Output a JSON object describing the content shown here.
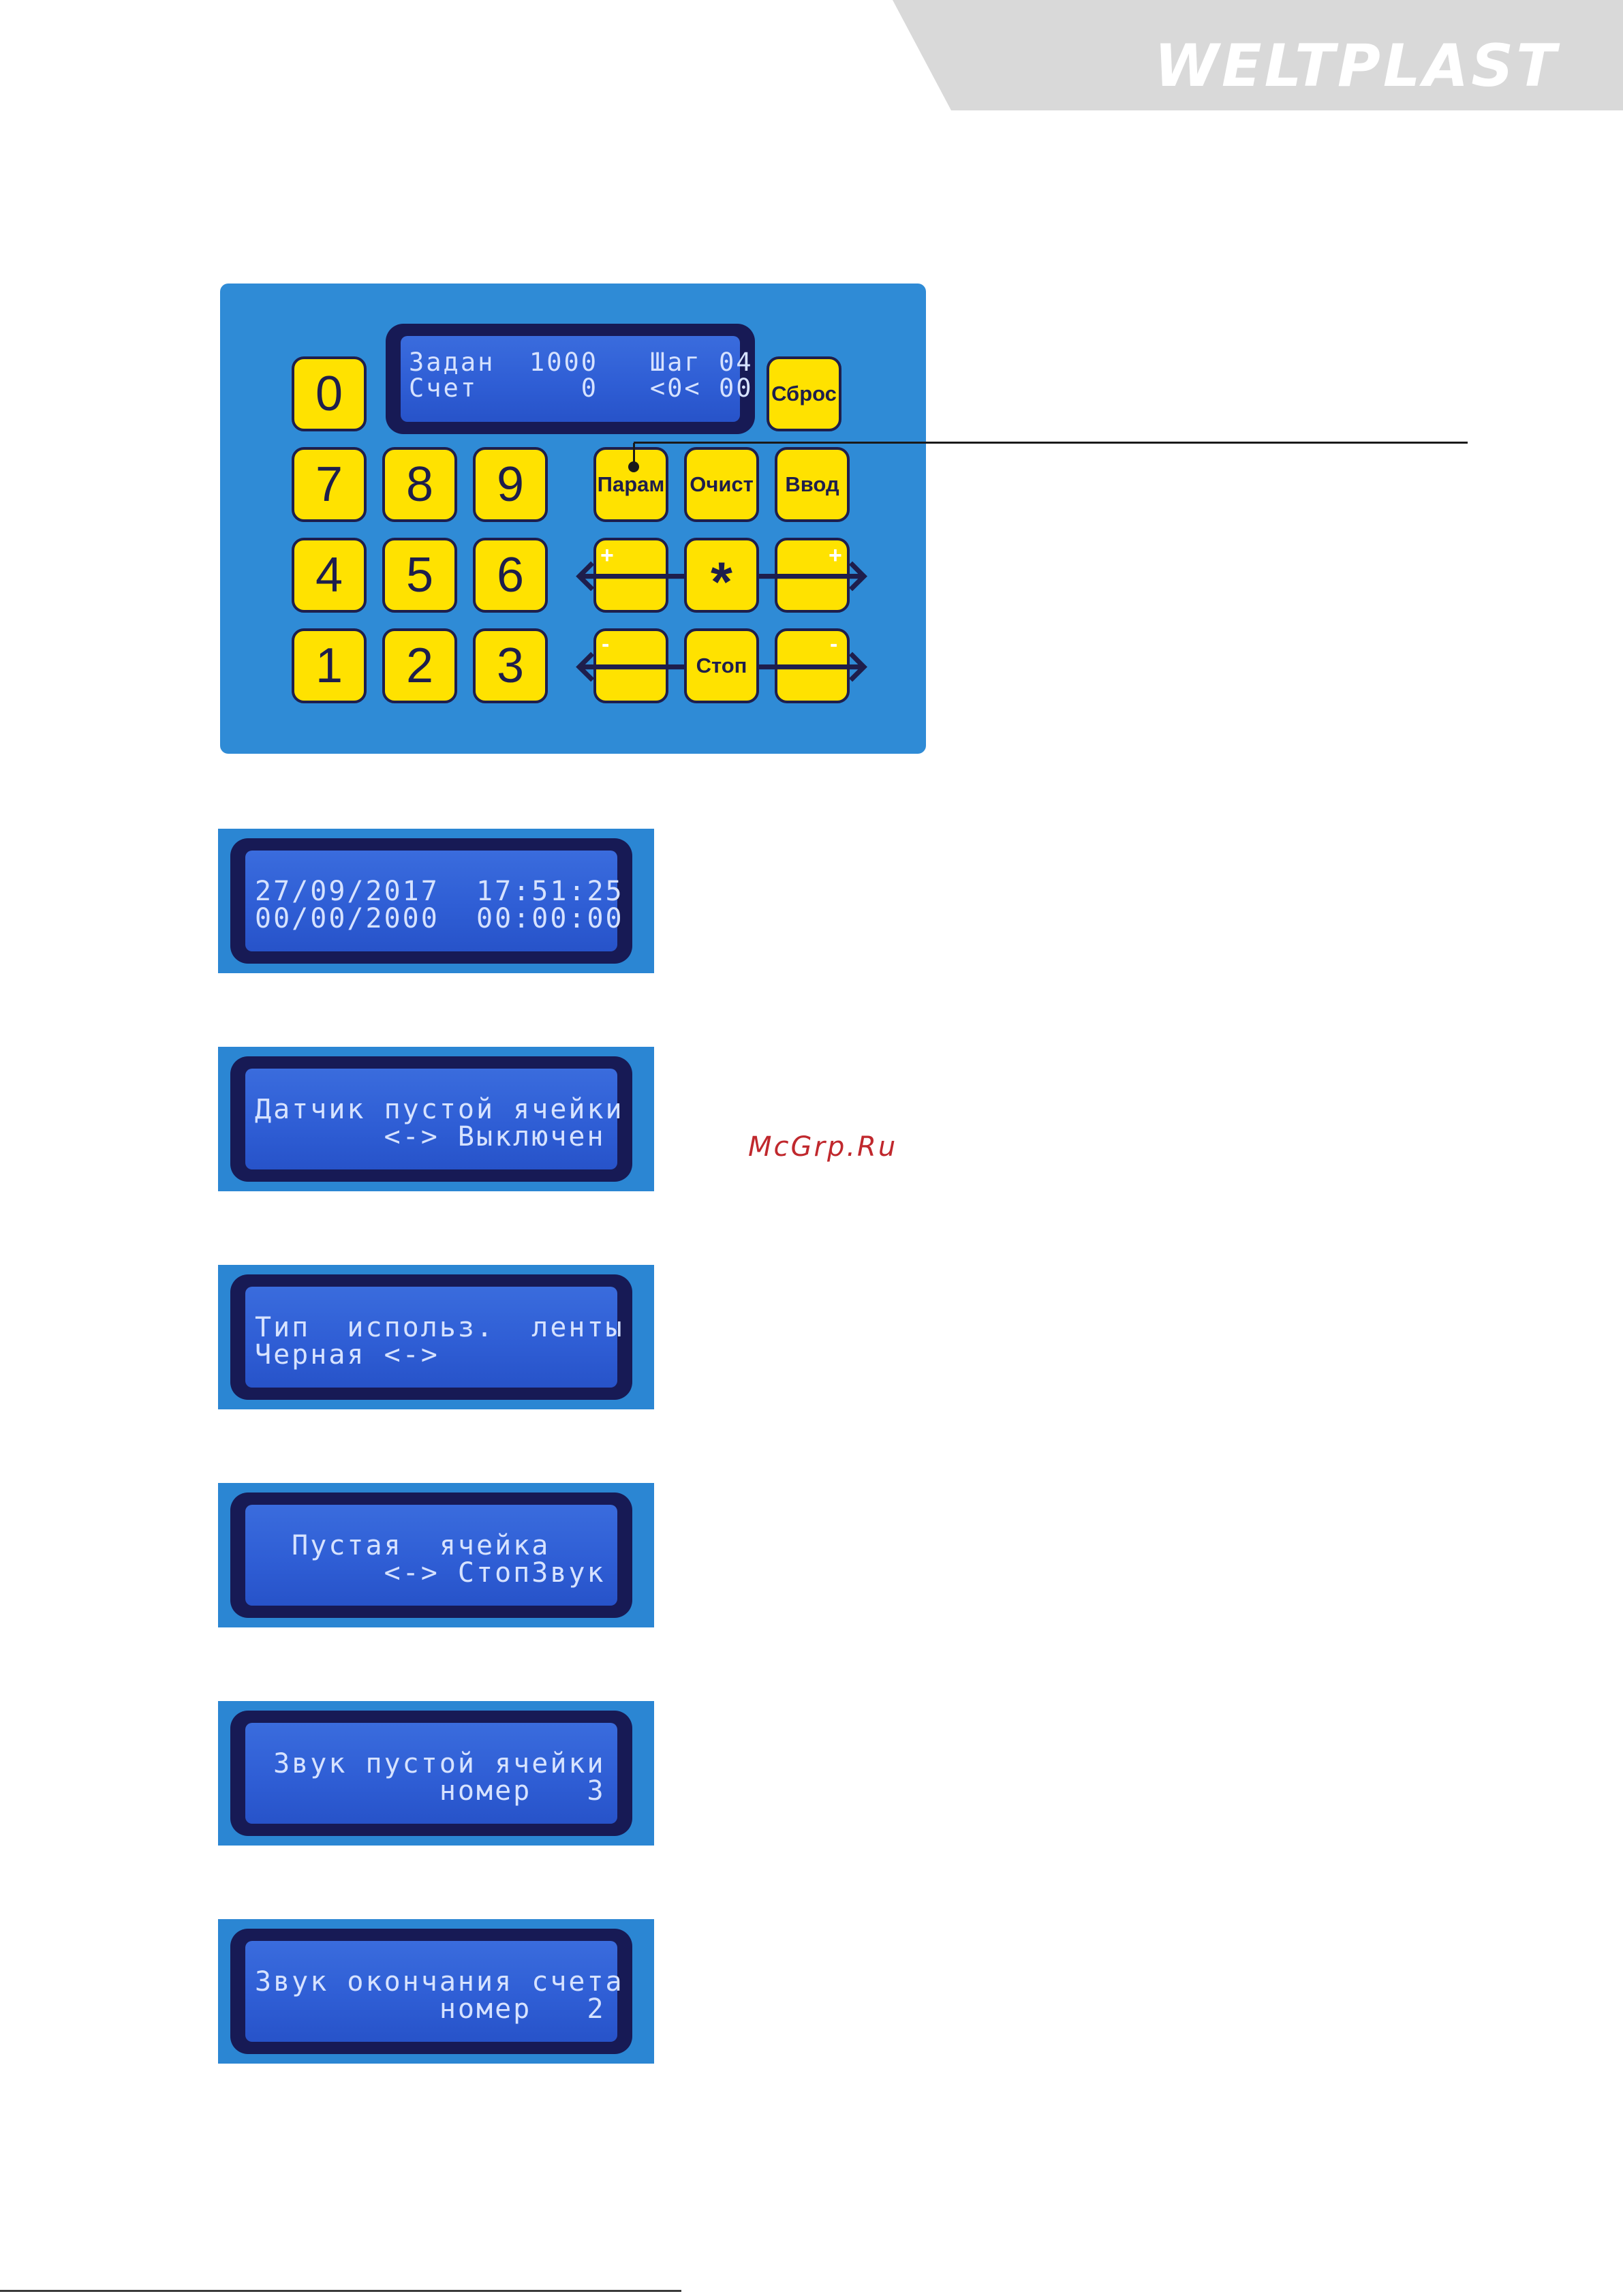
{
  "brand": {
    "logo": "WELTPLAST"
  },
  "keypad": {
    "display": {
      "line1": "Задан  1000   Шаг 04",
      "line2": "Счет      0   <0< 00"
    },
    "keys": {
      "k0": "0",
      "k1": "1",
      "k2": "2",
      "k3": "3",
      "k4": "4",
      "k5": "5",
      "k6": "6",
      "k7": "7",
      "k8": "8",
      "k9": "9",
      "reset": "Сброс",
      "param": "Парам",
      "clear": "Очист",
      "enter": "Ввод",
      "star": "*",
      "stop": "Стоп",
      "left_arrow": "🡐",
      "right_arrow": "🡒",
      "plus": "+",
      "minus": "-"
    },
    "icons": {
      "left": "arrow-left-icon",
      "right": "arrow-right-icon"
    }
  },
  "screens": [
    {
      "line1": "27/09/2017  17:51:25",
      "line2": "00/00/2000  00:00:00"
    },
    {
      "line1": "Датчик пустой ячейки",
      "line2": "       <-> Выключен"
    },
    {
      "line1": "Тип  использ.  ленты",
      "line2": "Черная <->"
    },
    {
      "line1": "  Пустая  ячейка",
      "line2": "       <-> СтопЗвук"
    },
    {
      "line1": " Звук пустой ячейки",
      "line2": "          номер   3"
    },
    {
      "line1": "Звук окончания счета",
      "line2": "          номер   2"
    }
  ],
  "watermark": "McGrp.Ru",
  "colors": {
    "panel": "#2f8bd6",
    "key": "#ffe200",
    "key_text": "#1e1e4c",
    "lcd_frame": "#171a55",
    "lcd_screen": "#2e5fd6",
    "lcd_text": "#d6e2ff",
    "brand_band": "#d9d9d9",
    "watermark": "#c0282d"
  }
}
